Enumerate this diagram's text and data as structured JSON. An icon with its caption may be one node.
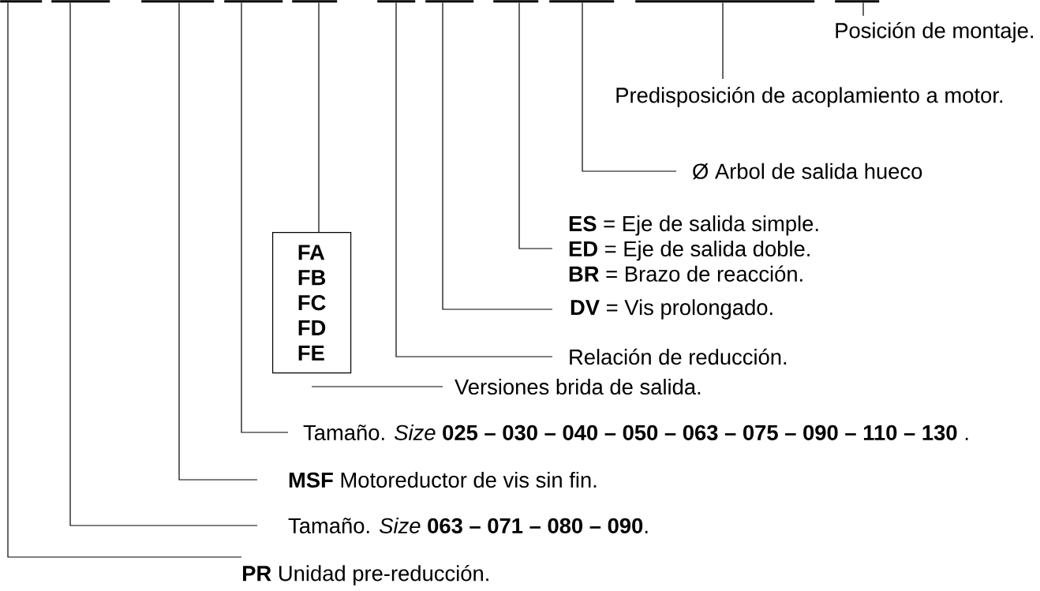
{
  "diagram": {
    "nodes": [
      {
        "text": [],
        "shape": "bar"
      },
      {
        "text": [],
        "shape": "bar"
      },
      {
        "text": [],
        "shape": "bar"
      },
      {
        "text": [],
        "shape": "bar"
      },
      {
        "text": [],
        "shape": "bar"
      },
      {
        "text": [],
        "shape": "bar"
      },
      {
        "text": [],
        "shape": "bar"
      },
      {
        "text": [],
        "shape": "bar"
      },
      {
        "text": [],
        "shape": "bar"
      },
      {
        "text": [],
        "shape": "bar"
      },
      {
        "text": [],
        "shape": "bar"
      },
      {
        "text": [
          "Posición de montaje."
        ]
      },
      {
        "text": [
          "Predisposición de acoplamiento a motor."
        ]
      },
      {
        "text": [
          "Ø Arbol de salida hueco"
        ]
      },
      {
        "text": [
          "**ES** = Eje de salida simple.",
          "**ED** = Eje de salida doble.",
          "**BR** = Brazo de reacción."
        ]
      },
      {
        "text": [
          "FA",
          "FB",
          "FC",
          "FD",
          "FE"
        ]
      },
      {
        "text": [
          "**DV** = Vis prolongado."
        ]
      },
      {
        "text": [
          "Relación de reducción."
        ]
      },
      {
        "text": [
          "Versiones brida de salida."
        ]
      },
      {
        "text": [
          "Tamaño. *Size*  **025 – 030 – 040 – 050 – 063 – 075 – 090 – 110 – 130** ."
        ]
      },
      {
        "text": [
          "**MSF** Motoreductor de vis sin fin."
        ]
      },
      {
        "text": [
          "Tamaño. *Size*  **063 – 071 – 080 – 090**."
        ]
      },
      {
        "text": [
          "**PR** Unidad pre-reducción."
        ]
      }
    ],
    "edges": [
      {
        "from": 11,
        "to": 10,
        "arrow": "none"
      },
      {
        "from": 12,
        "to": 9,
        "arrow": "none"
      },
      {
        "from": 13,
        "to": 8,
        "arrow": "none"
      },
      {
        "from": 14,
        "to": 7,
        "arrow": "none"
      },
      {
        "from": 15,
        "to": 4,
        "arrow": "none"
      },
      {
        "from": 16,
        "to": 6,
        "arrow": "none"
      },
      {
        "from": 17,
        "to": 5,
        "arrow": "none"
      },
      {
        "from": 18,
        "to": 15,
        "arrow": "none"
      },
      {
        "from": 19,
        "to": 3,
        "arrow": "none"
      },
      {
        "from": 20,
        "to": 2,
        "arrow": "none"
      },
      {
        "from": 21,
        "to": 1,
        "arrow": "none"
      },
      {
        "from": 22,
        "to": 0,
        "arrow": "none"
      }
    ]
  }
}
